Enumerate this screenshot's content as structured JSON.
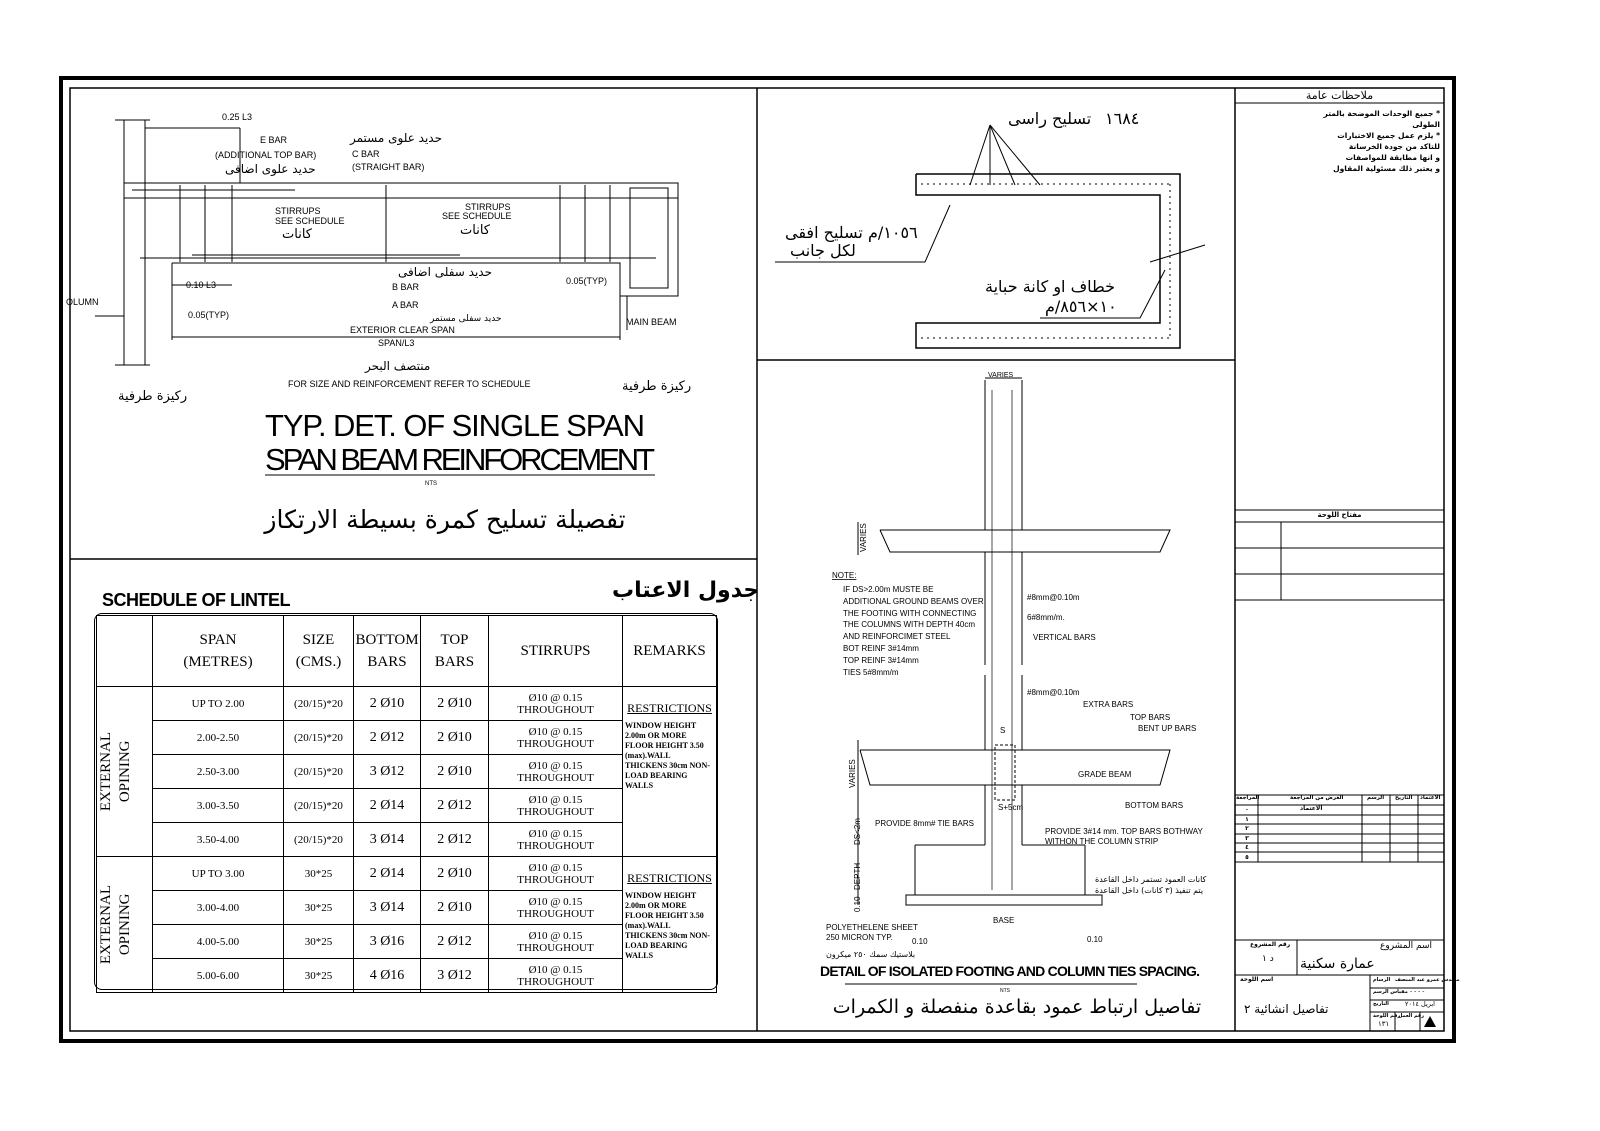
{
  "beam_detail": {
    "labels": {
      "dim_025": "0.25 L3",
      "e_bar": "E BAR",
      "e_bar_sub": "(ADDITIONAL TOP BAR)",
      "e_bar_ar": "حديد علوى اضافى",
      "c_bar_ar": "حديد علوى مستمر",
      "c_bar": "C BAR",
      "c_bar_sub": "(STRAIGHT BAR)",
      "stirrups1": "STIRRUPS",
      "see_schedule1": "SEE SCHEDULE",
      "stirrups_ar1": "كانات",
      "stirrups2": "STIRRUPS",
      "see_schedule2": "SEE SCHEDULE",
      "stirrups_ar2": "كانات",
      "b_bar_ar": "حديد سفلى اضافى",
      "b_bar": "B BAR",
      "a_bar": "A BAR",
      "a_bar_ar": "حديد سفلى مستمر",
      "dim_010": "0.10 L3",
      "typ_left": "0.05(TYP)",
      "typ_right": "0.05(TYP)",
      "column": "OLUMN",
      "main_beam": "MAIN BEAM",
      "clear_span": "EXTERIOR CLEAR SPAN",
      "span": "SPAN/L3",
      "midspan_ar": "منتصف البحر",
      "refer": "FOR SIZE AND REINFORCEMENT REFER TO SCHEDULE",
      "end_support_left_ar": "ركيزة طرفية",
      "end_support_right_ar": "ركيزة طرفية"
    },
    "title_line1": "TYP. DET. OF SINGLE SPAN",
    "title_line2": "SPAN BEAM REINFORCEMENT",
    "scale": "NTS",
    "title_ar": "تفصيلة تسليح كمرة بسيطة الارتكاز"
  },
  "wall_detail": {
    "vertical_ar": "تسليح راسى",
    "vertical_value": "١٦٨٤",
    "horizontal_ar": "تسليح افقى",
    "horizontal_value": "١٠٥٦/م",
    "each_side_ar": "لكل جانب",
    "hook_ar": "خطاف او كانة حباية",
    "hook_value": "١٠×٨٥٦/م"
  },
  "footing_detail": {
    "varies_top": "VARIES",
    "varies_side": "VARIES",
    "note_title": "NOTE:",
    "note_lines": [
      "IF DS>2.00m MUSTE BE",
      "ADDITIONAL GROUND BEAMS OVER",
      "THE FOOTING WITH CONNECTING",
      "THE COLUMNS WITH DEPTH 40cm",
      "AND REINFORCIMET STEEL",
      "BOT REINF 3#14mm",
      "TOP REINF 3#14mm",
      "TIES 5#8mm/m"
    ],
    "ties_upper": "#8mm@0.10m",
    "ties_per_m": "6#8mm/m.",
    "vertical_bars": "VERTICAL BARS",
    "ties_lower": "#8mm@0.10m",
    "extra_bars": "EXTRA BARS",
    "top_bars": "TOP BARS",
    "bent_up": "BENT UP   BARS",
    "grade_beam": "GRADE BEAM",
    "bottom_bars": "BOTTOM BARS",
    "s": "S",
    "s5": "S+5cm",
    "varies_beam": "VARIES",
    "ds": "DS<2m",
    "depth": "DEPTH",
    "dim_010a": "0.10",
    "tie_bars": "PROVIDE 8mm# TIE BARS",
    "top_bars_both": "PROVIDE 3#14 mm. TOP BARS BOTHWAY",
    "column_strip": "WITHON THE COLUMN STRIP",
    "ties_ar1": "كانات العمود تستمر داخل القاعدة",
    "ties_ar2": "يتم تنفيذ (٣ كانات) داخل القاعدة",
    "base": "BASE",
    "poly1": "POLYETHELENE SHEET",
    "poly2": "250 MICRON TYP.",
    "poly_ar": "بلاستيك سمك ٢٥٠ ميكرون",
    "dim_left": "0.10",
    "dim_right": "0.10",
    "title": "DETAIL OF ISOLATED FOOTING AND COLUMN TIES SPACING.",
    "scale": "NTS",
    "title_ar": "تفاصيل ارتباط عمود بقاعدة منفصلة و الكمرات"
  },
  "schedule": {
    "title": "SCHEDULE OF LINTEL",
    "title_ar": "جدول الاعتاب",
    "headers": {
      "span": "SPAN",
      "span_unit": "(METRES)",
      "size": "SIZE",
      "size_unit": "(CMS.)",
      "bottom": "BOTTOM",
      "bottom2": "BARS",
      "top": "TOP",
      "top2": "BARS",
      "stirrups": "STIRRUPS",
      "remarks": "REMARKS"
    },
    "groups": [
      {
        "label1": "EXTERNAL",
        "label2": "OPINING",
        "remarks_title": "RESTRICTIONS",
        "remarks": "WINDOW HEIGHT 2.00m OR MORE FLOOR HEIGHT 3.50 (max).WALL THICKENS 30cm NON-LOAD BEARING WALLS",
        "rows": [
          {
            "span": "UP TO 2.00",
            "size": "(20/15)*20",
            "bottom": "2 Ø10",
            "top": "2 Ø10",
            "stir1": "Ø10 @ 0.15",
            "stir2": "THROUGHOUT"
          },
          {
            "span": "2.00-2.50",
            "size": "(20/15)*20",
            "bottom": "2 Ø12",
            "top": "2 Ø10",
            "stir1": "Ø10 @ 0.15",
            "stir2": "THROUGHOUT"
          },
          {
            "span": "2.50-3.00",
            "size": "(20/15)*20",
            "bottom": "3 Ø12",
            "top": "2 Ø10",
            "stir1": "Ø10 @ 0.15",
            "stir2": "THROUGHOUT"
          },
          {
            "span": "3.00-3.50",
            "size": "(20/15)*20",
            "bottom": "2 Ø14",
            "top": "2 Ø12",
            "stir1": "Ø10 @ 0.15",
            "stir2": "THROUGHOUT"
          },
          {
            "span": "3.50-4.00",
            "size": "(20/15)*20",
            "bottom": "3 Ø14",
            "top": "2 Ø12",
            "stir1": "Ø10 @ 0.15",
            "stir2": "THROUGHOUT"
          }
        ]
      },
      {
        "label1": "EXTERNAL",
        "label2": "OPINING",
        "remarks_title": "RESTRICTIONS",
        "remarks": "WINDOW HEIGHT 2.00m OR MORE FLOOR HEIGHT 3.50 (max).WALL THICKENS 30cm NON-LOAD BEARING WALLS",
        "rows": [
          {
            "span": "UP TO 3.00",
            "size": "30*25",
            "bottom": "2 Ø14",
            "top": "2 Ø10",
            "stir1": "Ø10 @ 0.15",
            "stir2": "THROUGHOUT"
          },
          {
            "span": "3.00-4.00",
            "size": "30*25",
            "bottom": "3 Ø14",
            "top": "2 Ø10",
            "stir1": "Ø10 @ 0.15",
            "stir2": "THROUGHOUT"
          },
          {
            "span": "4.00-5.00",
            "size": "30*25",
            "bottom": "3 Ø16",
            "top": "2 Ø12",
            "stir1": "Ø10 @ 0.15",
            "stir2": "THROUGHOUT"
          },
          {
            "span": "5.00-6.00",
            "size": "30*25",
            "bottom": "4 Ø16",
            "top": "3 Ø12",
            "stir1": "Ø10 @ 0.15",
            "stir2": "THROUGHOUT"
          }
        ]
      }
    ]
  },
  "title_block": {
    "notes_title": "ملاحظات عامة",
    "notes": [
      "* جميع الوحدات الموضحة بالمتر الطولى",
      "* يلزم عمل جميع الاختبارات",
      "للتاكد من جودة الخرسانة",
      "و انها مطابقة للمواصفات",
      "و يعتبر ذلك مسئولية المقاول"
    ],
    "key_title": "مفتاح اللوحة",
    "revision_headers": [
      "الاعتماد",
      "التاريخ",
      "الرسم",
      "الغرض من المراجعة",
      "المراجعة"
    ],
    "revision_first": "الاعتماد",
    "revision_numbers": [
      "٠",
      "١",
      "٢",
      "٣",
      "٤",
      "٥"
    ],
    "project_name_label": "اسم المشروع",
    "project_name": "عمارة سكنية",
    "project_no_label": "رقم المشروع",
    "project_no": "د ١",
    "designer": "مهندس عمرو عبد المنصف",
    "designer_label": "الرسام",
    "scale_label": "مقياس الرسم",
    "scale_value": "- - - -",
    "date_label": "التاريخ",
    "date_value": "ابريل ٢٠١٤",
    "sheet_name_label": "اسم اللوحة",
    "sheet_name": "تفاصيل انشائية ٢",
    "sheet_no_label": "رقم اللوحة",
    "sheet_no": "١٣١",
    "work_no_label": "رقم العمل"
  }
}
